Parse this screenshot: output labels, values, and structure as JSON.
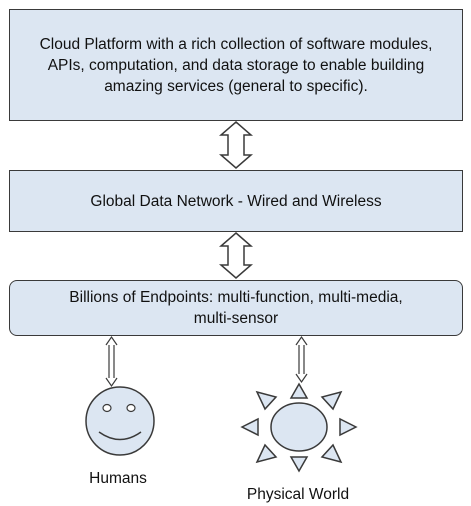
{
  "diagram": {
    "cloud_platform": "Cloud Platform with a rich collection of software modules, APIs, computation, and data storage to enable building amazing services (general to specific).",
    "global_network": "Global Data Network - Wired and Wireless",
    "endpoints": "Billions of Endpoints: multi-function, multi-media, multi-sensor",
    "humans": "Humans",
    "physical_world": "Physical World"
  },
  "colors": {
    "box_fill": "#dce6f2",
    "outline": "#3a3a3a",
    "text": "#111111"
  },
  "icons": [
    "double-headed-arrow",
    "double-line-arrow",
    "smiley-face",
    "sun"
  ]
}
